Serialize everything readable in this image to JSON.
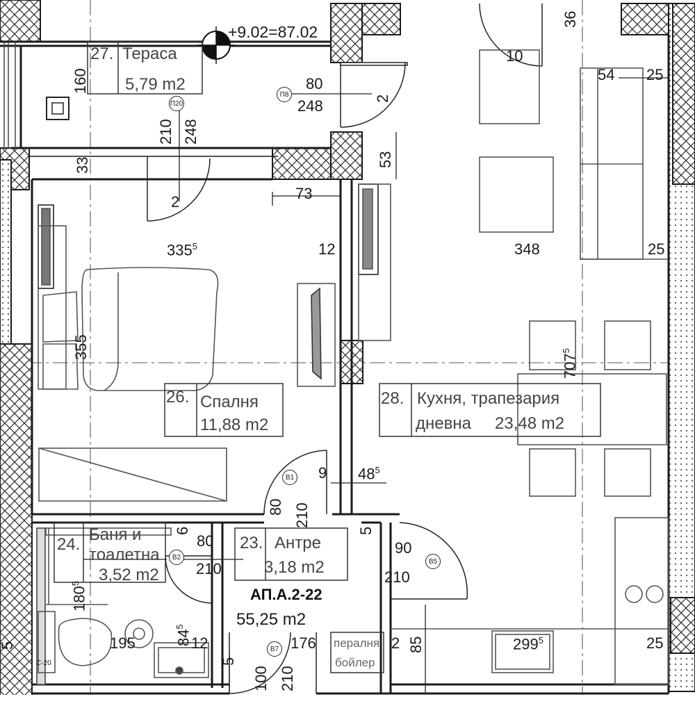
{
  "level": "+9.02=87.02",
  "apartment": {
    "code": "АП.А.2-22",
    "area": "55,25 m2"
  },
  "rooms": {
    "terrace": {
      "num": "27.",
      "name": "Тераса",
      "area": "5,79 m2"
    },
    "bedroom": {
      "num": "26.",
      "name": "Спалня",
      "area": "11,88 m2"
    },
    "bath": {
      "num": "24.",
      "name": "Баня и",
      "name2": "тоалетна",
      "area": "3,52 m2"
    },
    "hall": {
      "num": "23.",
      "name": "Антре",
      "area": "3,18 m2"
    },
    "kitchen": {
      "num": "28.",
      "name": "Кухня, трапезария",
      "name2": "дневна",
      "area": "23,48 m2"
    },
    "laundry": {
      "line1": "пералня",
      "line2": "бойлер"
    }
  },
  "door_tags": [
    "П20",
    "П8",
    "В1",
    "В2",
    "В5",
    "В7"
  ],
  "dimensions": {
    "d160": "160",
    "d210a": "210",
    "d248a": "248",
    "d80a": "80",
    "d248b": "248",
    "d2a": "2",
    "d36": "36",
    "d10": "10",
    "d54": "54",
    "d25a": "25",
    "d33": "33",
    "d53": "53",
    "d2b": "2",
    "d73": "73",
    "d335": "335",
    "d335sup": "5",
    "d12": "12",
    "d348": "348",
    "d25b": "25",
    "d355": "355",
    "d707": "707",
    "d707sup": "5",
    "d9": "9",
    "d48": "48",
    "d48sup": "5",
    "d80b": "80",
    "d210b": "210",
    "d6": "6",
    "d80c": "80",
    "d210c": "210",
    "d5a": "5",
    "d90": "90",
    "d210d": "210",
    "d180": "180",
    "d180sup": "5",
    "d195": "195",
    "d176": "176",
    "d85": "85",
    "d299": "299",
    "d299sup": "5",
    "d25c": "25",
    "d100": "100",
    "d210e": "210",
    "d5b": "5",
    "d12b": "12",
    "d84": "84",
    "d84sup": "5",
    "d2c": "2",
    "d5c": "5",
    "dC20": "C-20"
  },
  "colors": {
    "wall": "#1a1a1a",
    "hatch": "#333333",
    "furniture": "#555555",
    "grid": "#9a9a9a"
  }
}
